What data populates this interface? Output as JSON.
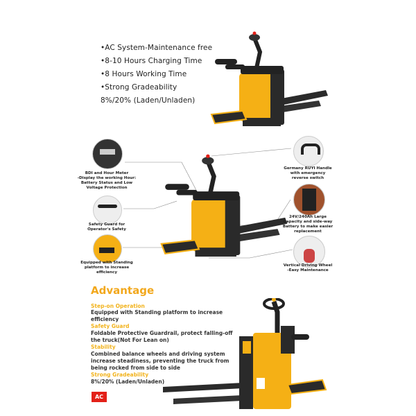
{
  "features": [
    "•AC System-Maintenance  free",
    "•8-10 Hours Charging Time",
    "•8 Hours Working Time",
    "•Strong Gradeability",
    "8%/20% (Laden/Unladen)"
  ],
  "callouts": {
    "bdi": [
      "BDI and Hour Meter",
      "-Display the working Hour:",
      "Battery Status and Low",
      "Voltage Protection"
    ],
    "guard": [
      "Safety Guard for",
      "Operator's Safety"
    ],
    "platform": [
      "Equipped with Standing",
      "platform to increase",
      "efficiency"
    ],
    "handle": [
      "Germany RUYI Handle",
      "with emergency",
      "reverse switch"
    ],
    "battery": [
      "24V/240Ah Large",
      "Capacity and side-way",
      "Battery to make easier",
      "replacement"
    ],
    "wheel": [
      "Vertical Driving Wheel",
      "-Easy Maintenance"
    ]
  },
  "advantage": {
    "title": "Advantage",
    "items": [
      {
        "heading": "Step-on Operation",
        "text": "Equipped with Standing platform to increase efficiency"
      },
      {
        "heading": "Safety Guard",
        "text": "Foldable Protective Guardrail, protect falling-off the truck(Not For Lean on)"
      },
      {
        "heading": "Stability",
        "text": "Combined balance wheels and driving system increase steadiness, preventing the truck from being rocked from side to side"
      },
      {
        "heading": "Strong Gradeability",
        "text": "8%/20% (Laden/Unladen)"
      }
    ],
    "badge": "AC"
  },
  "colors": {
    "brand_yellow": "#f5b015",
    "heading_orange": "#f2a81d",
    "badge_red": "#e32018",
    "body_dark": "#2a2a2a"
  }
}
